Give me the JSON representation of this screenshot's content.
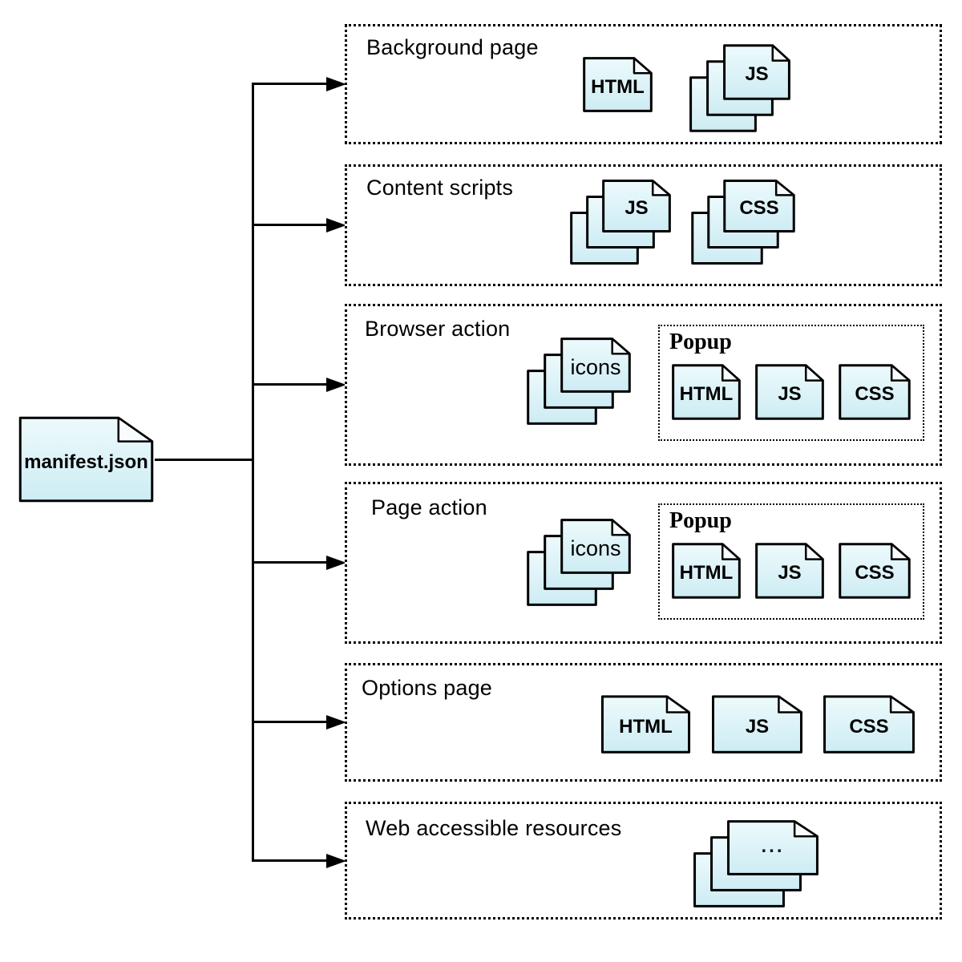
{
  "colors": {
    "canvas": "#ffffff",
    "line": "#000000",
    "box_border": "#000000",
    "file_stroke": "#000000",
    "file_fill_top": "#edfafc",
    "file_fill_bottom": "#cdecf4",
    "fold_fill": "#f7fdfe"
  },
  "diagram": {
    "manifest": {
      "label": "manifest.json"
    },
    "sections": [
      {
        "label": "Background page",
        "files": [
          {
            "kind": "single",
            "label": "HTML"
          },
          {
            "kind": "stack",
            "label": "JS"
          }
        ]
      },
      {
        "label": "Content scripts",
        "files": [
          {
            "kind": "stack",
            "label": "JS"
          },
          {
            "kind": "stack",
            "label": "CSS"
          }
        ]
      },
      {
        "label": "Browser action",
        "files": [
          {
            "kind": "stack",
            "label": "icons"
          }
        ],
        "popup": {
          "label": "Popup",
          "files": [
            {
              "label": "HTML"
            },
            {
              "label": "JS"
            },
            {
              "label": "CSS"
            }
          ]
        }
      },
      {
        "label": "Page action",
        "files": [
          {
            "kind": "stack",
            "label": "icons"
          }
        ],
        "popup": {
          "label": "Popup",
          "files": [
            {
              "label": "HTML"
            },
            {
              "label": "JS"
            },
            {
              "label": "CSS"
            }
          ]
        }
      },
      {
        "label": "Options page",
        "files": [
          {
            "kind": "single",
            "label": "HTML"
          },
          {
            "kind": "single",
            "label": "JS"
          },
          {
            "kind": "single",
            "label": "CSS"
          }
        ]
      },
      {
        "label": "Web accessible resources",
        "files": [
          {
            "kind": "stack",
            "label": "..."
          }
        ]
      }
    ]
  }
}
